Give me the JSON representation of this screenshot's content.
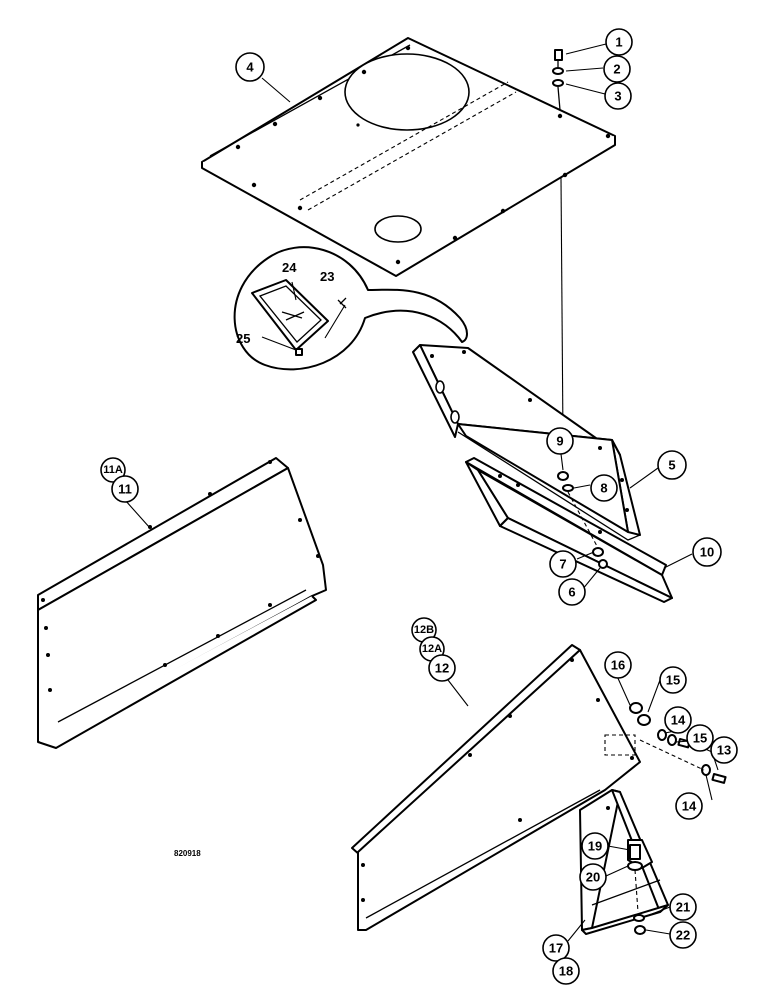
{
  "reference_code": "820918",
  "callouts": {
    "c1": "1",
    "c2": "2",
    "c3": "3",
    "c4": "4",
    "c5": "5",
    "c6": "6",
    "c7": "7",
    "c8": "8",
    "c9": "9",
    "c10": "10",
    "c11a": "11A",
    "c11": "11",
    "c12b": "12B",
    "c12a": "12A",
    "c12": "12",
    "c13": "13",
    "c14a": "14",
    "c14b": "14",
    "c15a": "15",
    "c15b": "15",
    "c16": "16",
    "c17": "17",
    "c18": "18",
    "c19": "19",
    "c20": "20",
    "c21": "21",
    "c22": "22",
    "c23": "23",
    "c24": "24",
    "c25": "25"
  }
}
